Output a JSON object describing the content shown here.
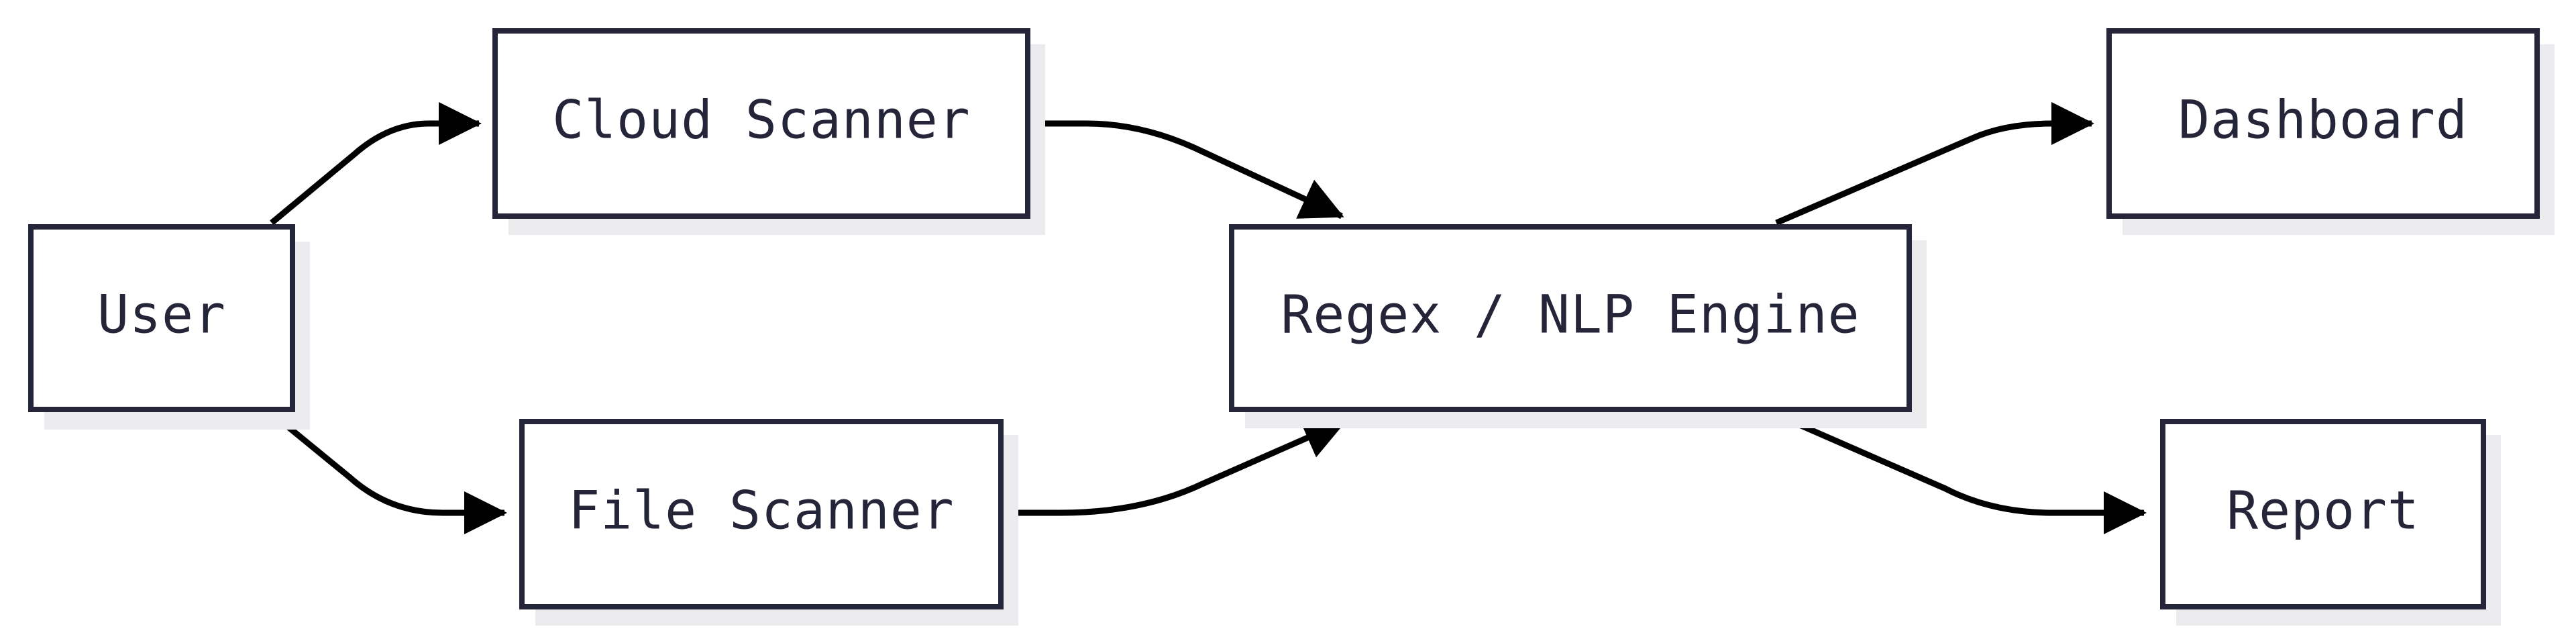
{
  "diagram": {
    "type": "flowchart",
    "direction": "left-to-right",
    "nodes": [
      {
        "id": "user",
        "label": "User"
      },
      {
        "id": "cloud",
        "label": "Cloud Scanner"
      },
      {
        "id": "file",
        "label": "File Scanner"
      },
      {
        "id": "engine",
        "label": "Regex / NLP Engine"
      },
      {
        "id": "dashboard",
        "label": "Dashboard"
      },
      {
        "id": "report",
        "label": "Report"
      }
    ],
    "edges": [
      {
        "from": "user",
        "to": "cloud"
      },
      {
        "from": "user",
        "to": "file"
      },
      {
        "from": "cloud",
        "to": "engine"
      },
      {
        "from": "file",
        "to": "engine"
      },
      {
        "from": "engine",
        "to": "dashboard"
      },
      {
        "from": "engine",
        "to": "report"
      }
    ],
    "colors": {
      "node_border": "#25253a",
      "node_fill": "#ffffff",
      "node_shadow": "#ececee",
      "edge": "#000000",
      "text": "#25253a"
    }
  }
}
